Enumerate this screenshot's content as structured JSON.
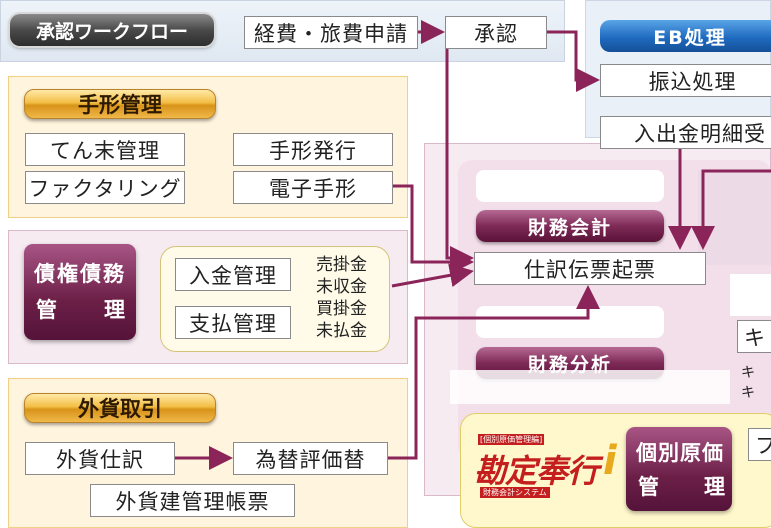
{
  "workflow": {
    "title": "承認ワークフロー",
    "steps": [
      "経費・旅費申請",
      "承認"
    ]
  },
  "eb": {
    "title": "EB処理",
    "transfer": "振込処理",
    "statement": "入出金明細受"
  },
  "notes": {
    "title": "手形管理",
    "items": [
      "てん末管理",
      "手形発行",
      "ファクタリング",
      "電子手形"
    ]
  },
  "claims": {
    "title_line1": "債権債務",
    "title_line2a": "管",
    "title_line2b": "理",
    "items": [
      "入金管理",
      "支払管理"
    ],
    "accounts": [
      "売掛金",
      "未収金",
      "買掛金",
      "未払金"
    ]
  },
  "forex": {
    "title": "外貨取引",
    "items": [
      "外貨仕訳",
      "為替評価替",
      "外貨建管理帳票"
    ]
  },
  "finance": {
    "accounting_title": "財務会計",
    "voucher": "仕訳伝票起票",
    "analysis_title": "財務分析"
  },
  "right_partial": {
    "box1": "キ",
    "line1": "キ",
    "line2": "キ",
    "box2": "フ"
  },
  "product": {
    "badge": "[個別原価管理編]",
    "logo": "勘定奉行",
    "logo_mark": "i",
    "subtitle": "財務会計システム",
    "cost_line1": "個別原価",
    "cost_line2a": "管",
    "cost_line2b": "理"
  },
  "colors": {
    "arrow": "#8a2459",
    "gold": "#f0b84a",
    "plum": "#6b1f47",
    "blue": "#1f6bc0",
    "logo_red": "#c41e1e"
  }
}
